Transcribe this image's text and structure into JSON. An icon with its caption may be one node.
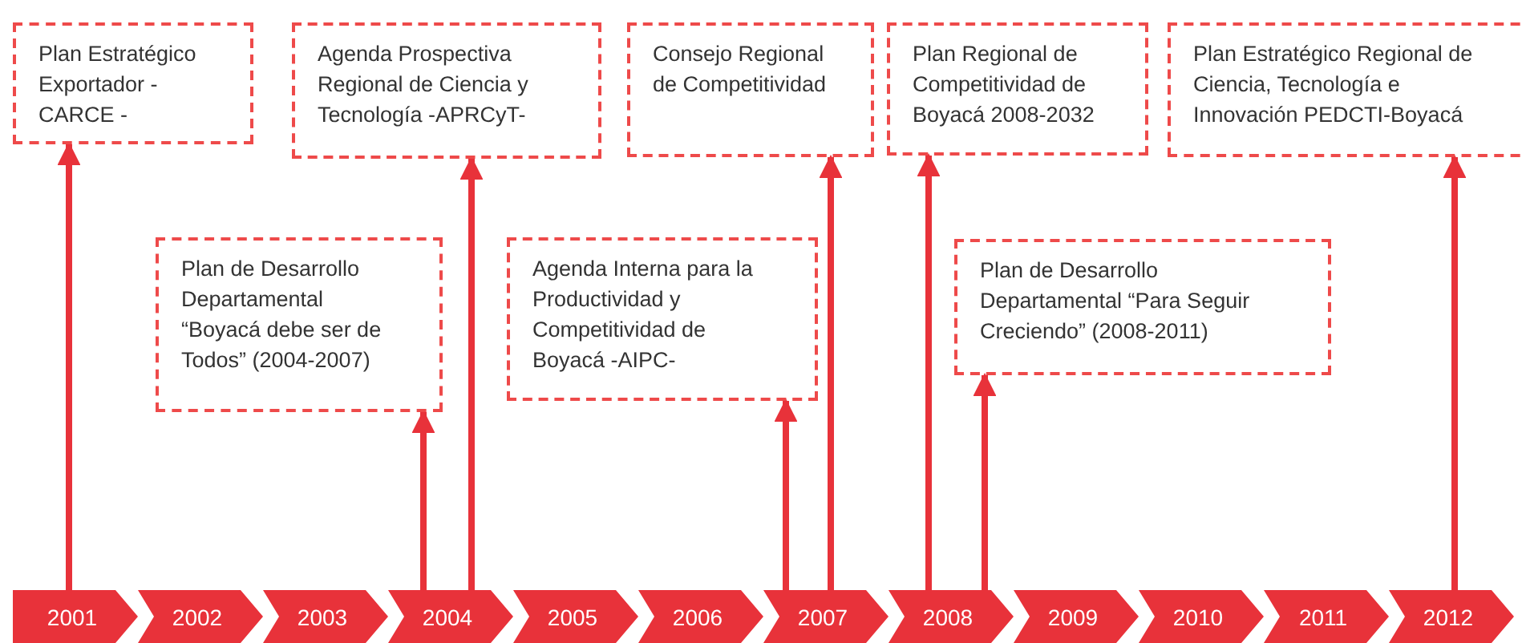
{
  "diagram": {
    "nodes": [
      {
        "text": [
          "Plan Estratégico Exportador - CARCE -"
        ]
      },
      {
        "text": [
          "Agenda Prospectiva Regional de Ciencia y Tecnología -APRCyT-"
        ]
      },
      {
        "text": [
          "Consejo Regional de Competitividad"
        ]
      },
      {
        "text": [
          "Plan Regional de Competitividad de Boyacá 2008-2032"
        ]
      },
      {
        "text": [
          "Plan Estratégico Regional de Ciencia, Tecnología e Innovación PEDCTI-Boyacá"
        ]
      },
      {
        "text": [
          "Plan de Desarrollo Departamental “Boyacá debe ser de Todos” (2004-2007)"
        ]
      },
      {
        "text": [
          "Agenda Interna para la Productividad y Competitividad de Boyacá -AIPC-"
        ]
      },
      {
        "text": [
          "Plan de Desarrollo Departamental “Para Seguir Creciendo” (2008-2011)"
        ]
      },
      {
        "text": [
          "2001"
        ]
      },
      {
        "text": [
          "2002"
        ]
      },
      {
        "text": [
          "2003"
        ]
      },
      {
        "text": [
          "2004"
        ]
      },
      {
        "text": [
          "2005"
        ]
      },
      {
        "text": [
          "2006"
        ]
      },
      {
        "text": [
          "2007"
        ]
      },
      {
        "text": [
          "2008"
        ]
      },
      {
        "text": [
          "2009"
        ]
      },
      {
        "text": [
          "2010"
        ]
      },
      {
        "text": [
          "2011"
        ]
      },
      {
        "text": [
          "2012"
        ]
      }
    ],
    "edges": [
      {
        "from": 8,
        "to": 0,
        "arrow": "to"
      },
      {
        "from": 11,
        "to": 1,
        "arrow": "to"
      },
      {
        "from": 14,
        "to": 2,
        "arrow": "to"
      },
      {
        "from": 15,
        "to": 3,
        "arrow": "to"
      },
      {
        "from": 19,
        "to": 4,
        "arrow": "to"
      },
      {
        "from": 11,
        "to": 5,
        "arrow": "to"
      },
      {
        "from": 14,
        "to": 6,
        "arrow": "to"
      },
      {
        "from": 15,
        "to": 7,
        "arrow": "to"
      }
    ]
  }
}
